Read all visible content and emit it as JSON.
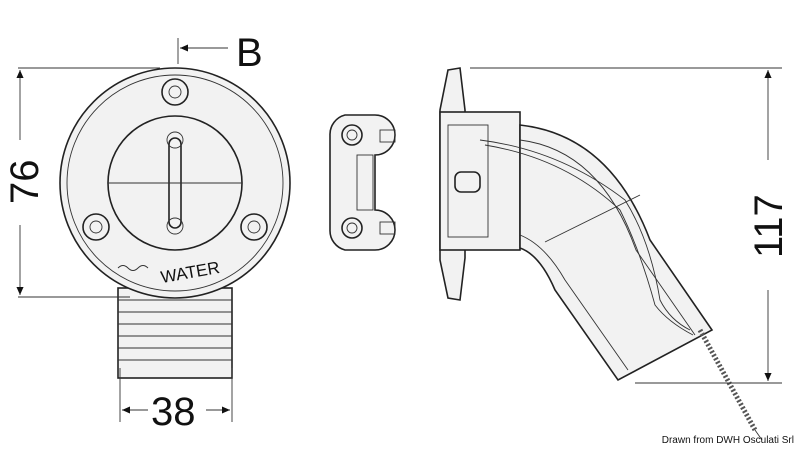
{
  "drawing": {
    "dimensions": {
      "b_label": "B",
      "height_front": "76",
      "width_barb": "38",
      "height_side": "117"
    },
    "plate_label": "WATER",
    "credit": "Drawn from DWH Osculati Srl"
  }
}
